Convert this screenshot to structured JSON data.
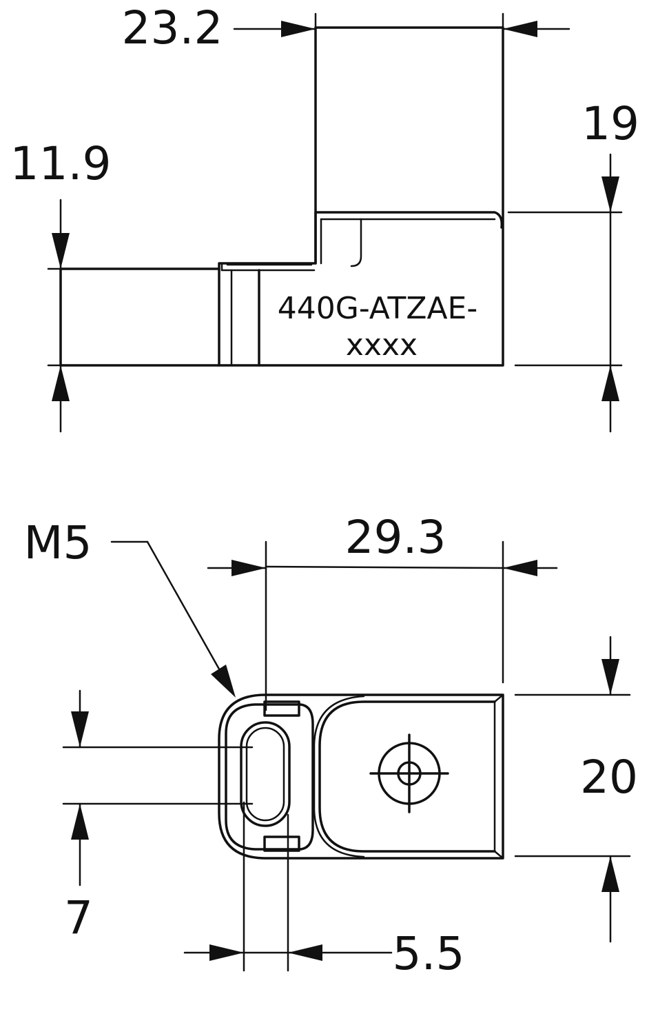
{
  "diagram": {
    "top_view": {
      "part_label_line1": "440G-ATZAE-",
      "part_label_line2": "xxxx",
      "dim_width": "23.2",
      "dim_height": "19",
      "dim_base_height": "11.9"
    },
    "bottom_view": {
      "dim_length": "29.3",
      "dim_width": "20",
      "dim_slot": "7",
      "dim_hole": "5.5",
      "thread_label": "M5"
    },
    "colors": {
      "line": "#111111",
      "background": "#ffffff"
    }
  }
}
